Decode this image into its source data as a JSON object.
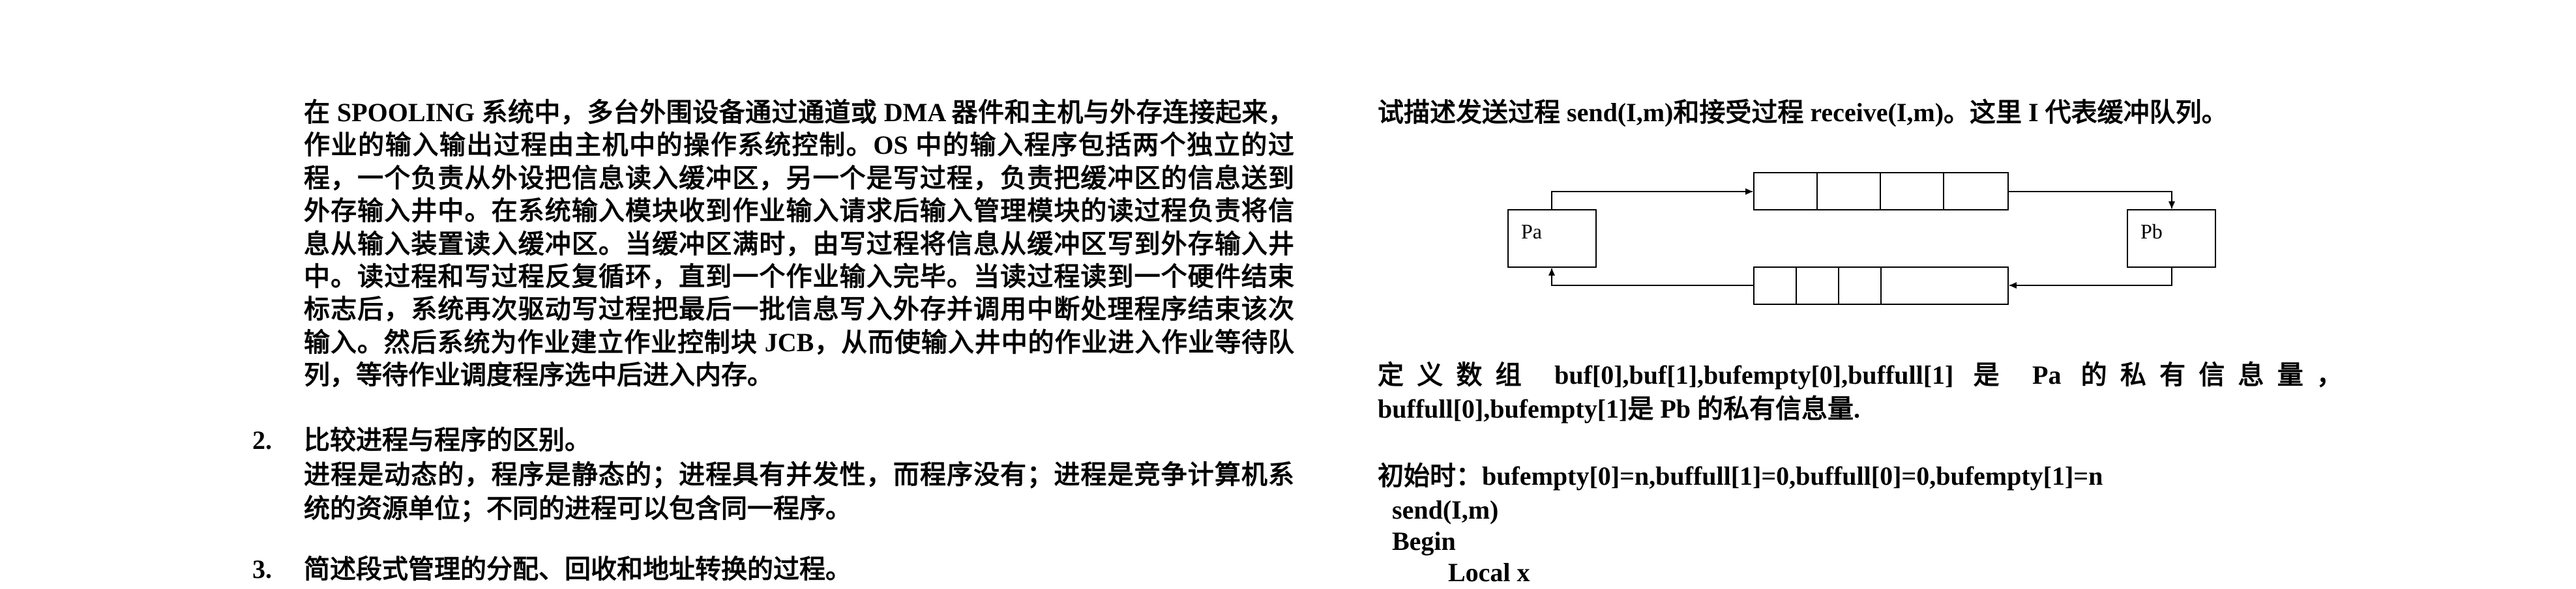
{
  "left": {
    "intro_text": "在 SPOOLING 系统中，多台外围设备通过通道或 DMA 器件和主机与外存连接起来，作业的输入输出过程由主机中的操作系统控制。OS 中的输入程序包括两个独立的过程，一个负责从外设把信息读入缓冲区，另一个是写过程，负责把缓冲区的信息送到外存输入井中。在系统输入模块收到作业输入请求后输入管理模块的读过程负责将信息从输入装置读入缓冲区。当缓冲区满时，由写过程将信息从缓冲区写到外存输入井中。读过程和写过程反复循环，直到一个作业输入完毕。当读过程读到一个硬件结束标志后，系统再次驱动写过程把最后一批信息写入外存并调用中断处理程序结束该次输入。然后系统为作业建立作业控制块 JCB，从而使输入井中的作业进入作业等待队列，等待作业调度程序选中后进入内存。",
    "q2": {
      "number": "2.",
      "question": "比较进程与程序的区别。",
      "answer": "进程是动态的，程序是静态的；进程具有并发性，而程序没有；进程是竞争计算机系统的资源单位；不同的进程可以包含同一程序。"
    },
    "q3": {
      "number": "3.",
      "question": "简述段式管理的分配、回收和地址转换的过程。"
    }
  },
  "right": {
    "task": "试描述发送过程 send(I,m)和接受过程 receive(I,m)。这里 I 代表缓冲队列。",
    "diagram": {
      "left_process": "Pa",
      "right_process": "Pb"
    },
    "definition": "定义数组 buf[0],buf[1],bufempty[0],buffull[1] 是 Pa 的私有信息量，buffull[0],bufempty[1]是 Pb 的私有信息量.",
    "init": "初始时：bufempty[0]=n,buffull[1]=0,buffull[0]=0,bufempty[1]=n",
    "code": {
      "send": "send(I,m)",
      "begin": "Begin",
      "local": "Local x"
    }
  }
}
